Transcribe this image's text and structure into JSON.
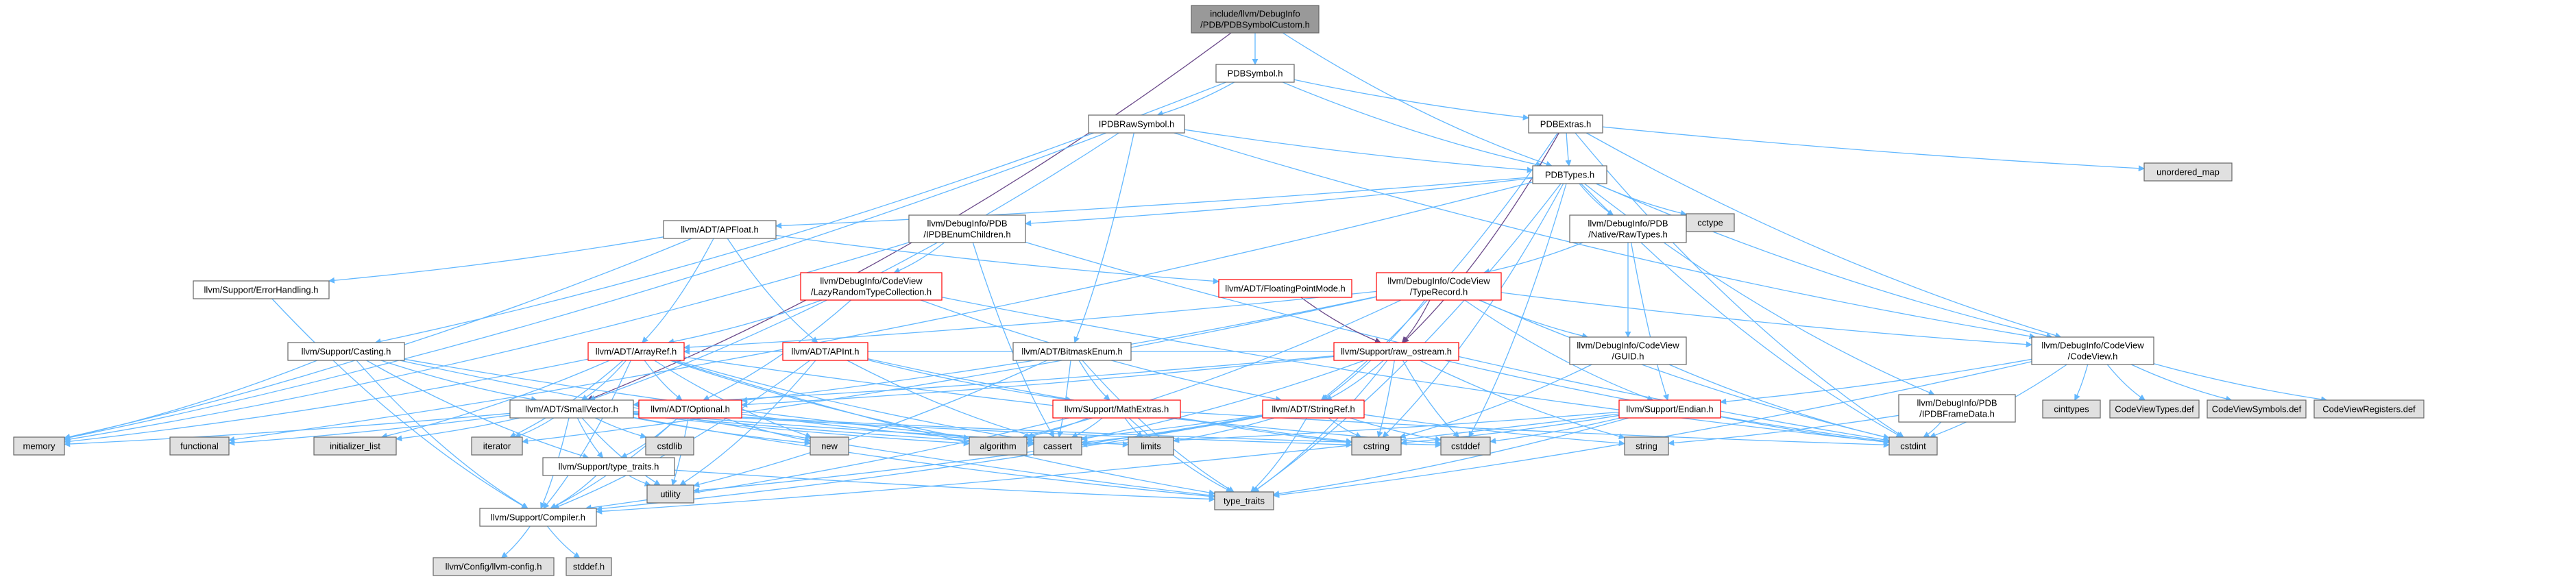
{
  "colors": {
    "edge": "#63b8ff",
    "edge_dark": "#6b4a8a",
    "border_default": "#666666",
    "border_red": "#ff0000",
    "fill_default": "#ffffff",
    "fill_root": "#999999",
    "fill_system": "#e0e0e0"
  },
  "nodes": {
    "root": [
      "include/llvm/DebugInfo",
      "/PDB/PDBSymbolCustom.h"
    ],
    "pdbsymbol": [
      "PDBSymbol.h"
    ],
    "ipdbrawsymbol": [
      "IPDBRawSymbol.h"
    ],
    "pdbextras": [
      "PDBExtras.h"
    ],
    "pdbtypes": [
      "PDBTypes.h"
    ],
    "unordered_map": [
      "unordered_map"
    ],
    "cctype": [
      "cctype"
    ],
    "apfloat": [
      "llvm/ADT/APFloat.h"
    ],
    "enumchildren": [
      "llvm/DebugInfo/PDB",
      "/IPDBEnumChildren.h"
    ],
    "rawtypes": [
      "llvm/DebugInfo/PDB",
      "/Native/RawTypes.h"
    ],
    "errorhandling": [
      "llvm/Support/ErrorHandling.h"
    ],
    "lazyrandom": [
      "llvm/DebugInfo/CodeView",
      "/LazyRandomTypeCollection.h"
    ],
    "floatingpoint": [
      "llvm/ADT/FloatingPointMode.h"
    ],
    "typerecord": [
      "llvm/DebugInfo/CodeView",
      "/TypeRecord.h"
    ],
    "casting": [
      "llvm/Support/Casting.h"
    ],
    "arrayref": [
      "llvm/ADT/ArrayRef.h"
    ],
    "apint": [
      "llvm/ADT/APInt.h"
    ],
    "bitmaskenum": [
      "llvm/ADT/BitmaskEnum.h"
    ],
    "raw_ostream": [
      "llvm/Support/raw_ostream.h"
    ],
    "guid": [
      "llvm/DebugInfo/CodeView",
      "/GUID.h"
    ],
    "codeview": [
      "llvm/DebugInfo/CodeView",
      "/CodeView.h"
    ],
    "smallvector": [
      "llvm/ADT/SmallVector.h"
    ],
    "optional": [
      "llvm/ADT/Optional.h"
    ],
    "mathextras": [
      "llvm/Support/MathExtras.h"
    ],
    "stringref": [
      "llvm/ADT/StringRef.h"
    ],
    "endian": [
      "llvm/Support/Endian.h"
    ],
    "pdbframedata": [
      "llvm/DebugInfo/PDB",
      "/IPDBFrameData.h"
    ],
    "cinttypes": [
      "cinttypes"
    ],
    "codeviewtypes": [
      "CodeViewTypes.def"
    ],
    "codeviewsymbols": [
      "CodeViewSymbols.def"
    ],
    "codeviewregisters": [
      "CodeViewRegisters.def"
    ],
    "memory": [
      "memory"
    ],
    "functional": [
      "functional"
    ],
    "initializer_list": [
      "initializer_list"
    ],
    "iterator": [
      "iterator"
    ],
    "cstdlib": [
      "cstdlib"
    ],
    "new": [
      "new"
    ],
    "algorithm": [
      "algorithm"
    ],
    "cassert": [
      "cassert"
    ],
    "limits": [
      "limits"
    ],
    "cstring": [
      "cstring"
    ],
    "cstddef": [
      "cstddef"
    ],
    "string": [
      "string"
    ],
    "cstdint": [
      "cstdint"
    ],
    "typetraits_h": [
      "llvm/Support/type_traits.h"
    ],
    "compiler": [
      "llvm/Support/Compiler.h"
    ],
    "utility": [
      "utility"
    ],
    "type_traits": [
      "type_traits"
    ],
    "llvmconfig": [
      "llvm/Config/llvm-config.h"
    ],
    "stddef": [
      "stddef.h"
    ]
  }
}
